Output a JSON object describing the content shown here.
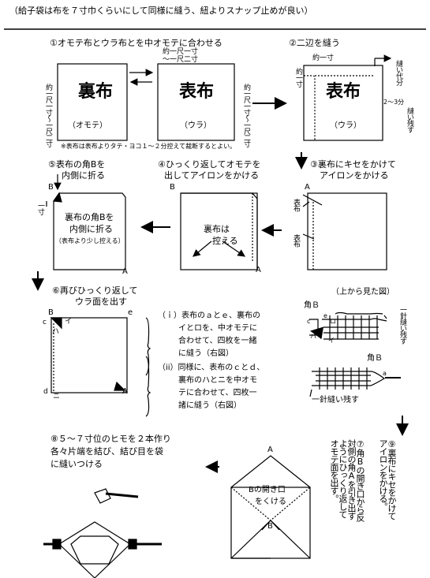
{
  "header": "（給子袋は布を７寸巾くらいにして同様に縫う、紐よりスナップ止めが良い）",
  "steps": {
    "s1": "①オモテ布とウラ布とを中オモテに合わせる",
    "s2": "②二辺を縫う",
    "s3a": "③裏布にキセをかけて",
    "s3b": "アイロンをかける",
    "s4a": "④ひっくり返してオモテを",
    "s4b": "出してアイロンをかける",
    "s5a": "⑤表布の角Bを",
    "s5b": "内側に折る",
    "s6a": "⑥再びひっくり返して",
    "s6b": "ウラ面を出す",
    "s7": "⑦角Bの開き口から反対側の角Aを引き出すようにひっくり返してオモテ面を出す。",
    "s8a": "⑧５～７寸位のヒモを２本作り",
    "s8b": "各々片端を結び、結び目を袋",
    "s8c": "に縫いつける",
    "s9": "⑨裏布にキセをかけてアイロンをかける。"
  },
  "fig1": {
    "dim_top1": "約一尺一寸",
    "dim_top2": "～一尺二寸",
    "dim_left": "約一尺一寸～一尺二寸",
    "dim_right": "約一尺一寸～一尺二寸",
    "cloth_back": "裏布",
    "cloth_back_label": "（オモテ）",
    "cloth_front": "表布",
    "cloth_front_label": "（ウラ）",
    "note": "※表布は表布よりタテ・ヨコ１～２分控えて裁断するとよい。"
  },
  "fig2": {
    "dim_top": "約一寸",
    "dim_left": "約一寸",
    "seam": "縫い代分",
    "seam_size": "2～3分",
    "leave": "縫い残す",
    "cloth": "表布",
    "cloth_label": "（ウラ）"
  },
  "fig3": {
    "label_a": "A",
    "front": "表布",
    "back": "表布"
  },
  "fig4": {
    "label_b": "B",
    "label_a": "A",
    "text1": "裏布は",
    "text2": "控える"
  },
  "fig5": {
    "label_b": "B",
    "label_a": "A",
    "ichisun": "一寸",
    "text1": "裏布の角Bを",
    "text2": "内側に折る",
    "text3": "（表布より少し控える）"
  },
  "fig6": {
    "label_b": "B",
    "label_e": "e",
    "label_c": "c",
    "label_i": "イ",
    "label_ha": "ハ",
    "label_d": "d",
    "label_ni": "ニ",
    "label_a": "A"
  },
  "instructions": {
    "i": "（ｉ）表布のａとｅ、裏布の",
    "i2": "イとロを、中オモテに",
    "i3": "合わせて、四枚を一緒",
    "i4": "に縫う（右図）",
    "ii": "（ii）同様に、表布のｃとｄ、",
    "ii2": "裏布のハとニを中オモ",
    "ii3": "テに合わせて、四枚一",
    "ii4": "諸に縫う（右図）"
  },
  "figR": {
    "title": "（上から見た図）",
    "corner_b1": "角Ｂ",
    "corner_b2": "角Ｂ",
    "leave1": "一針縫い残す",
    "leave2": "一針縫い残す",
    "c": "c",
    "e": "e",
    "a": "a",
    "i": "イ",
    "ro": "ロ",
    "ha": "ハ"
  },
  "figE": {
    "label_a": "A",
    "label_b": "B",
    "text1": "Bの開き口",
    "text2": "をくける"
  }
}
